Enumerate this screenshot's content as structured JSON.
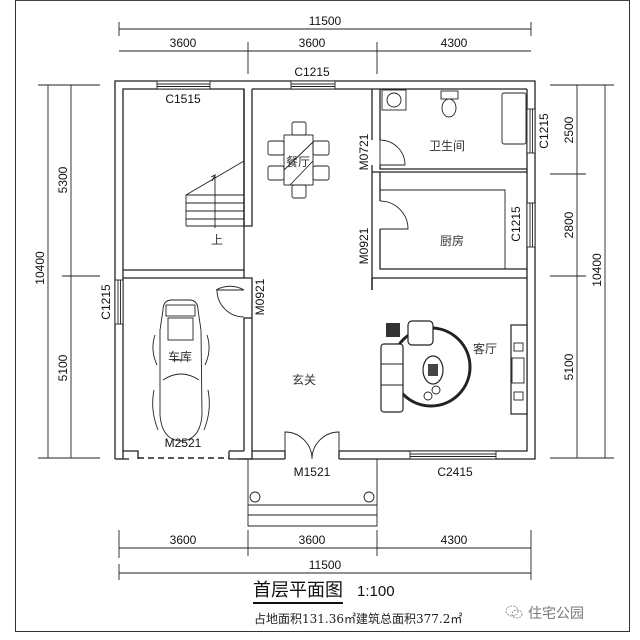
{
  "drawing": {
    "title": "首层平面图",
    "scale": "1:100",
    "area_note": "占地面积131.36㎡建筑总面积377.2㎡",
    "watermark": "住宅公园",
    "watermark_icon": "wechat-icon"
  },
  "dimensions": {
    "top_total": "11500",
    "top_segments": [
      "3600",
      "3600",
      "4300"
    ],
    "bottom_total": "11500",
    "bottom_segments": [
      "3600",
      "3600",
      "4300"
    ],
    "left_total": "10400",
    "left_segments": [
      "5300",
      "5100"
    ],
    "right_total": "10400",
    "right_segments": [
      "2500",
      "2800",
      "5100"
    ]
  },
  "rooms": {
    "dining": "餐厅",
    "bathroom": "卫生间",
    "kitchen": "厨房",
    "garage": "车库",
    "foyer": "玄关",
    "living": "客厅",
    "stair_up": "上"
  },
  "openings": {
    "window_stair": "C1515",
    "window_dining": "C1215",
    "window_bath": "C1215",
    "window_kitchen": "C1215",
    "window_garage": "C1215",
    "window_living": "C2415",
    "door_bath": "M0721",
    "door_kitchen": "M0921",
    "door_garage_inner": "M0921",
    "door_garage": "M2521",
    "door_entry": "M1521"
  }
}
